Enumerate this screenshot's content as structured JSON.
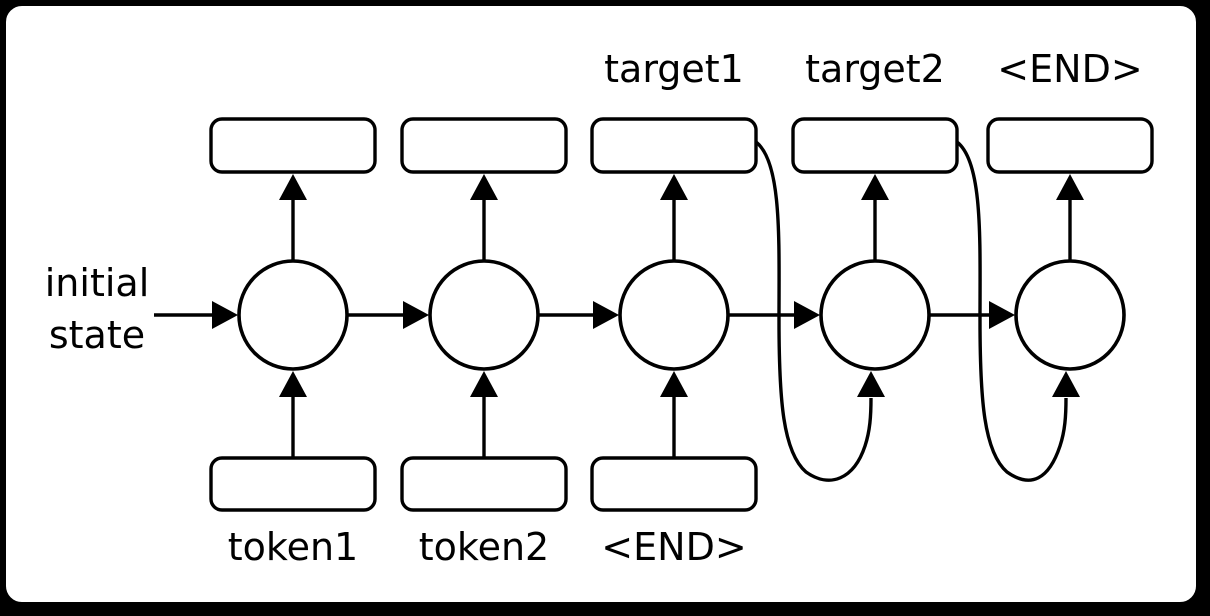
{
  "colors": {
    "page_background": "#000000",
    "panel_background": "#ffffff",
    "stroke": "#000000",
    "text": "#000000"
  },
  "labels": {
    "initial_state": "initial\nstate",
    "top": [
      {
        "text": "target1",
        "column": 2
      },
      {
        "text": "target2",
        "column": 3
      },
      {
        "text": "<END>",
        "column": 4
      }
    ],
    "bottom": [
      {
        "text": "token1",
        "column": 0
      },
      {
        "text": "token2",
        "column": 1
      },
      {
        "text": "<END>",
        "column": 2
      }
    ]
  },
  "diagram": {
    "type": "recurrent-network-unrolled",
    "num_steps": 5,
    "cell_shape": "circle",
    "output_boxes": [
      0,
      1,
      2,
      3,
      4
    ],
    "input_boxes": [
      0,
      1,
      2
    ],
    "state_arrows": [
      [
        0,
        1
      ],
      [
        1,
        2
      ],
      [
        2,
        3
      ],
      [
        3,
        4
      ]
    ],
    "initial_state_arrow_to": 0,
    "feedback_curves": [
      {
        "from_output": 2,
        "to_cell": 3
      },
      {
        "from_output": 3,
        "to_cell": 4
      }
    ]
  }
}
